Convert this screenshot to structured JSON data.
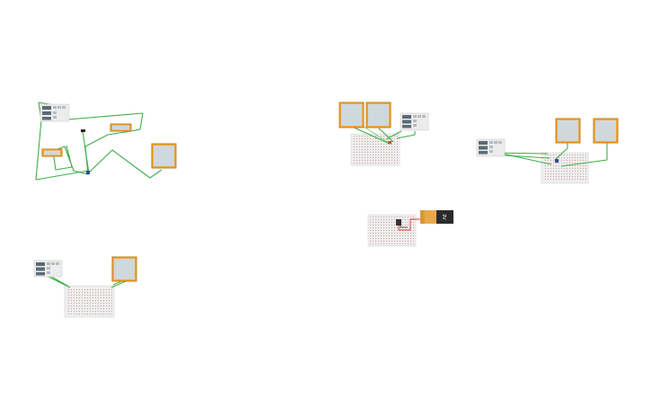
{
  "canvas": {
    "background": "#ffffff",
    "accent_wire": "#3fae48",
    "lcd_frame_color": "#f0a83a",
    "lcd_screen_color": "#cfd8dc"
  },
  "battery": {
    "label": "9V",
    "icon": "battery-icon"
  },
  "circuits": [
    {
      "id": "circuit-1",
      "components": [
        "controller-board",
        "lcd-display",
        "lcd-display",
        "lcd-display"
      ]
    },
    {
      "id": "circuit-2",
      "components": [
        "controller-board",
        "breadboard",
        "lcd-display"
      ]
    },
    {
      "id": "circuit-3",
      "components": [
        "controller-board",
        "breadboard",
        "lcd-display",
        "lcd-display"
      ]
    },
    {
      "id": "circuit-4",
      "components": [
        "controller-board",
        "breadboard",
        "lcd-display",
        "lcd-display"
      ]
    },
    {
      "id": "circuit-5",
      "components": [
        "breadboard",
        "battery"
      ]
    }
  ]
}
